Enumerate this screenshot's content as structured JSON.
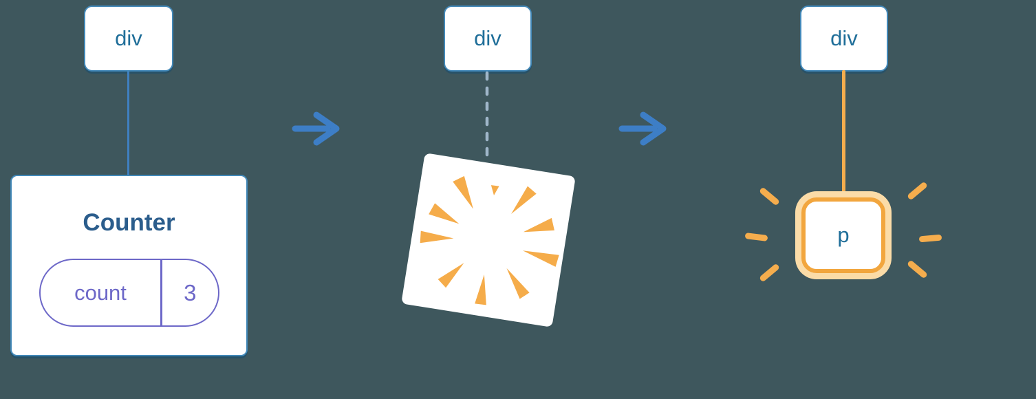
{
  "diagram": {
    "description": "Three-step tree diagram: a div containing a Counter component with state, the Counter being destroyed (poof), and a new p element created under the div",
    "background_color": "#3E575D",
    "step1": {
      "root_tag": "div",
      "component_name": "Counter",
      "state_key": "count",
      "state_value": "3"
    },
    "step2": {
      "root_tag": "div"
    },
    "step3": {
      "root_tag": "div",
      "child_tag": "p"
    },
    "icons": {
      "arrow_1": "right-arrow-icon",
      "arrow_2": "right-arrow-icon",
      "poof": "poof-burst-icon",
      "sparks": "emphasis-spark-icon"
    },
    "colors": {
      "node_border_blue": "#4288B8",
      "node_text_blue": "#1F6E99",
      "component_title_blue": "#2B5D8C",
      "state_purple": "#6D68C8",
      "connector_blue": "#3F80C0",
      "connector_dashed_gray": "#9FB6C9",
      "arrow_blue": "#3D7EC6",
      "highlight_orange": "#F2A63E",
      "highlight_orange_soft": "#FBDCA8",
      "spark_orange": "#F5AD4D",
      "card_white": "#FFFFFF"
    }
  }
}
